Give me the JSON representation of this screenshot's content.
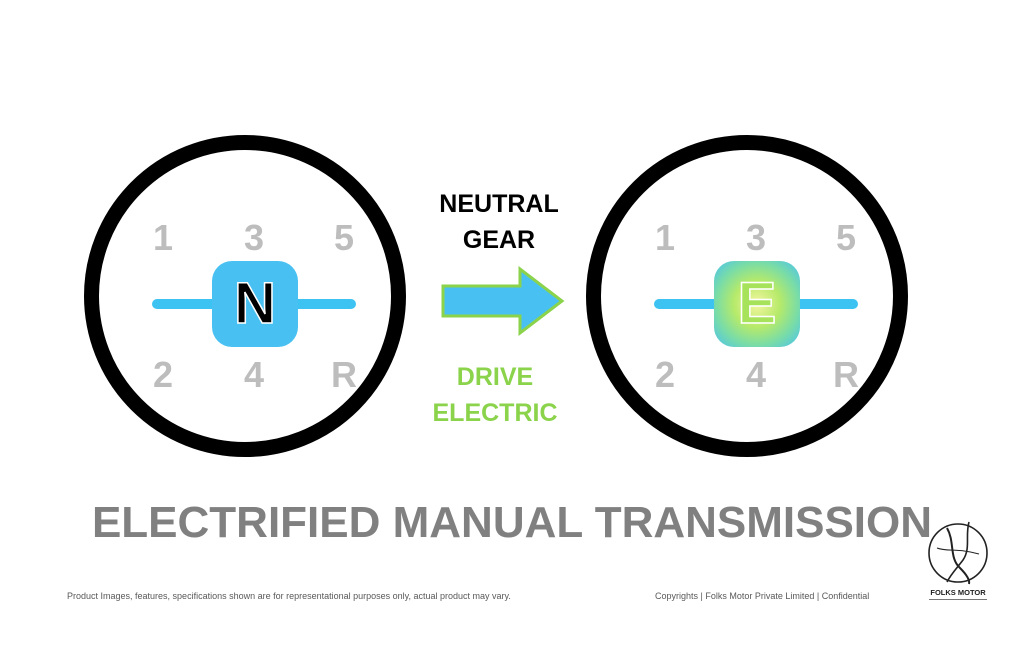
{
  "left_dial": {
    "top_numbers": [
      "1",
      "3",
      "5"
    ],
    "bottom_numbers": [
      "2",
      "4",
      "R"
    ],
    "knob_letter": "N"
  },
  "middle": {
    "top_label_line1": "NEUTRAL",
    "top_label_line2": "GEAR",
    "bottom_label_line1": "DRIVE",
    "bottom_label_line2": "ELECTRIC"
  },
  "right_dial": {
    "top_numbers": [
      "1",
      "3",
      "5"
    ],
    "bottom_numbers": [
      "2",
      "4",
      "R"
    ],
    "knob_letter": "E"
  },
  "title": "ELECTRIFIED MANUAL TRANSMISSION",
  "footer": {
    "disclaimer": "Product Images, features, specifications shown are for representational purposes only, actual product may vary.",
    "copyright": "Copyrights | Folks Motor Private Limited | Confidential"
  },
  "logo": {
    "name": "FOLKS MOTOR"
  },
  "colors": {
    "shift_bar": "#3cc3f2",
    "knob": "#48c1f2",
    "electric_green": "#8ad34b",
    "gear_numbers": "#bdbdbd",
    "title": "#808080"
  },
  "icons": {
    "arrow": "right-arrow-icon",
    "logo": "folks-motor-logo-icon"
  }
}
